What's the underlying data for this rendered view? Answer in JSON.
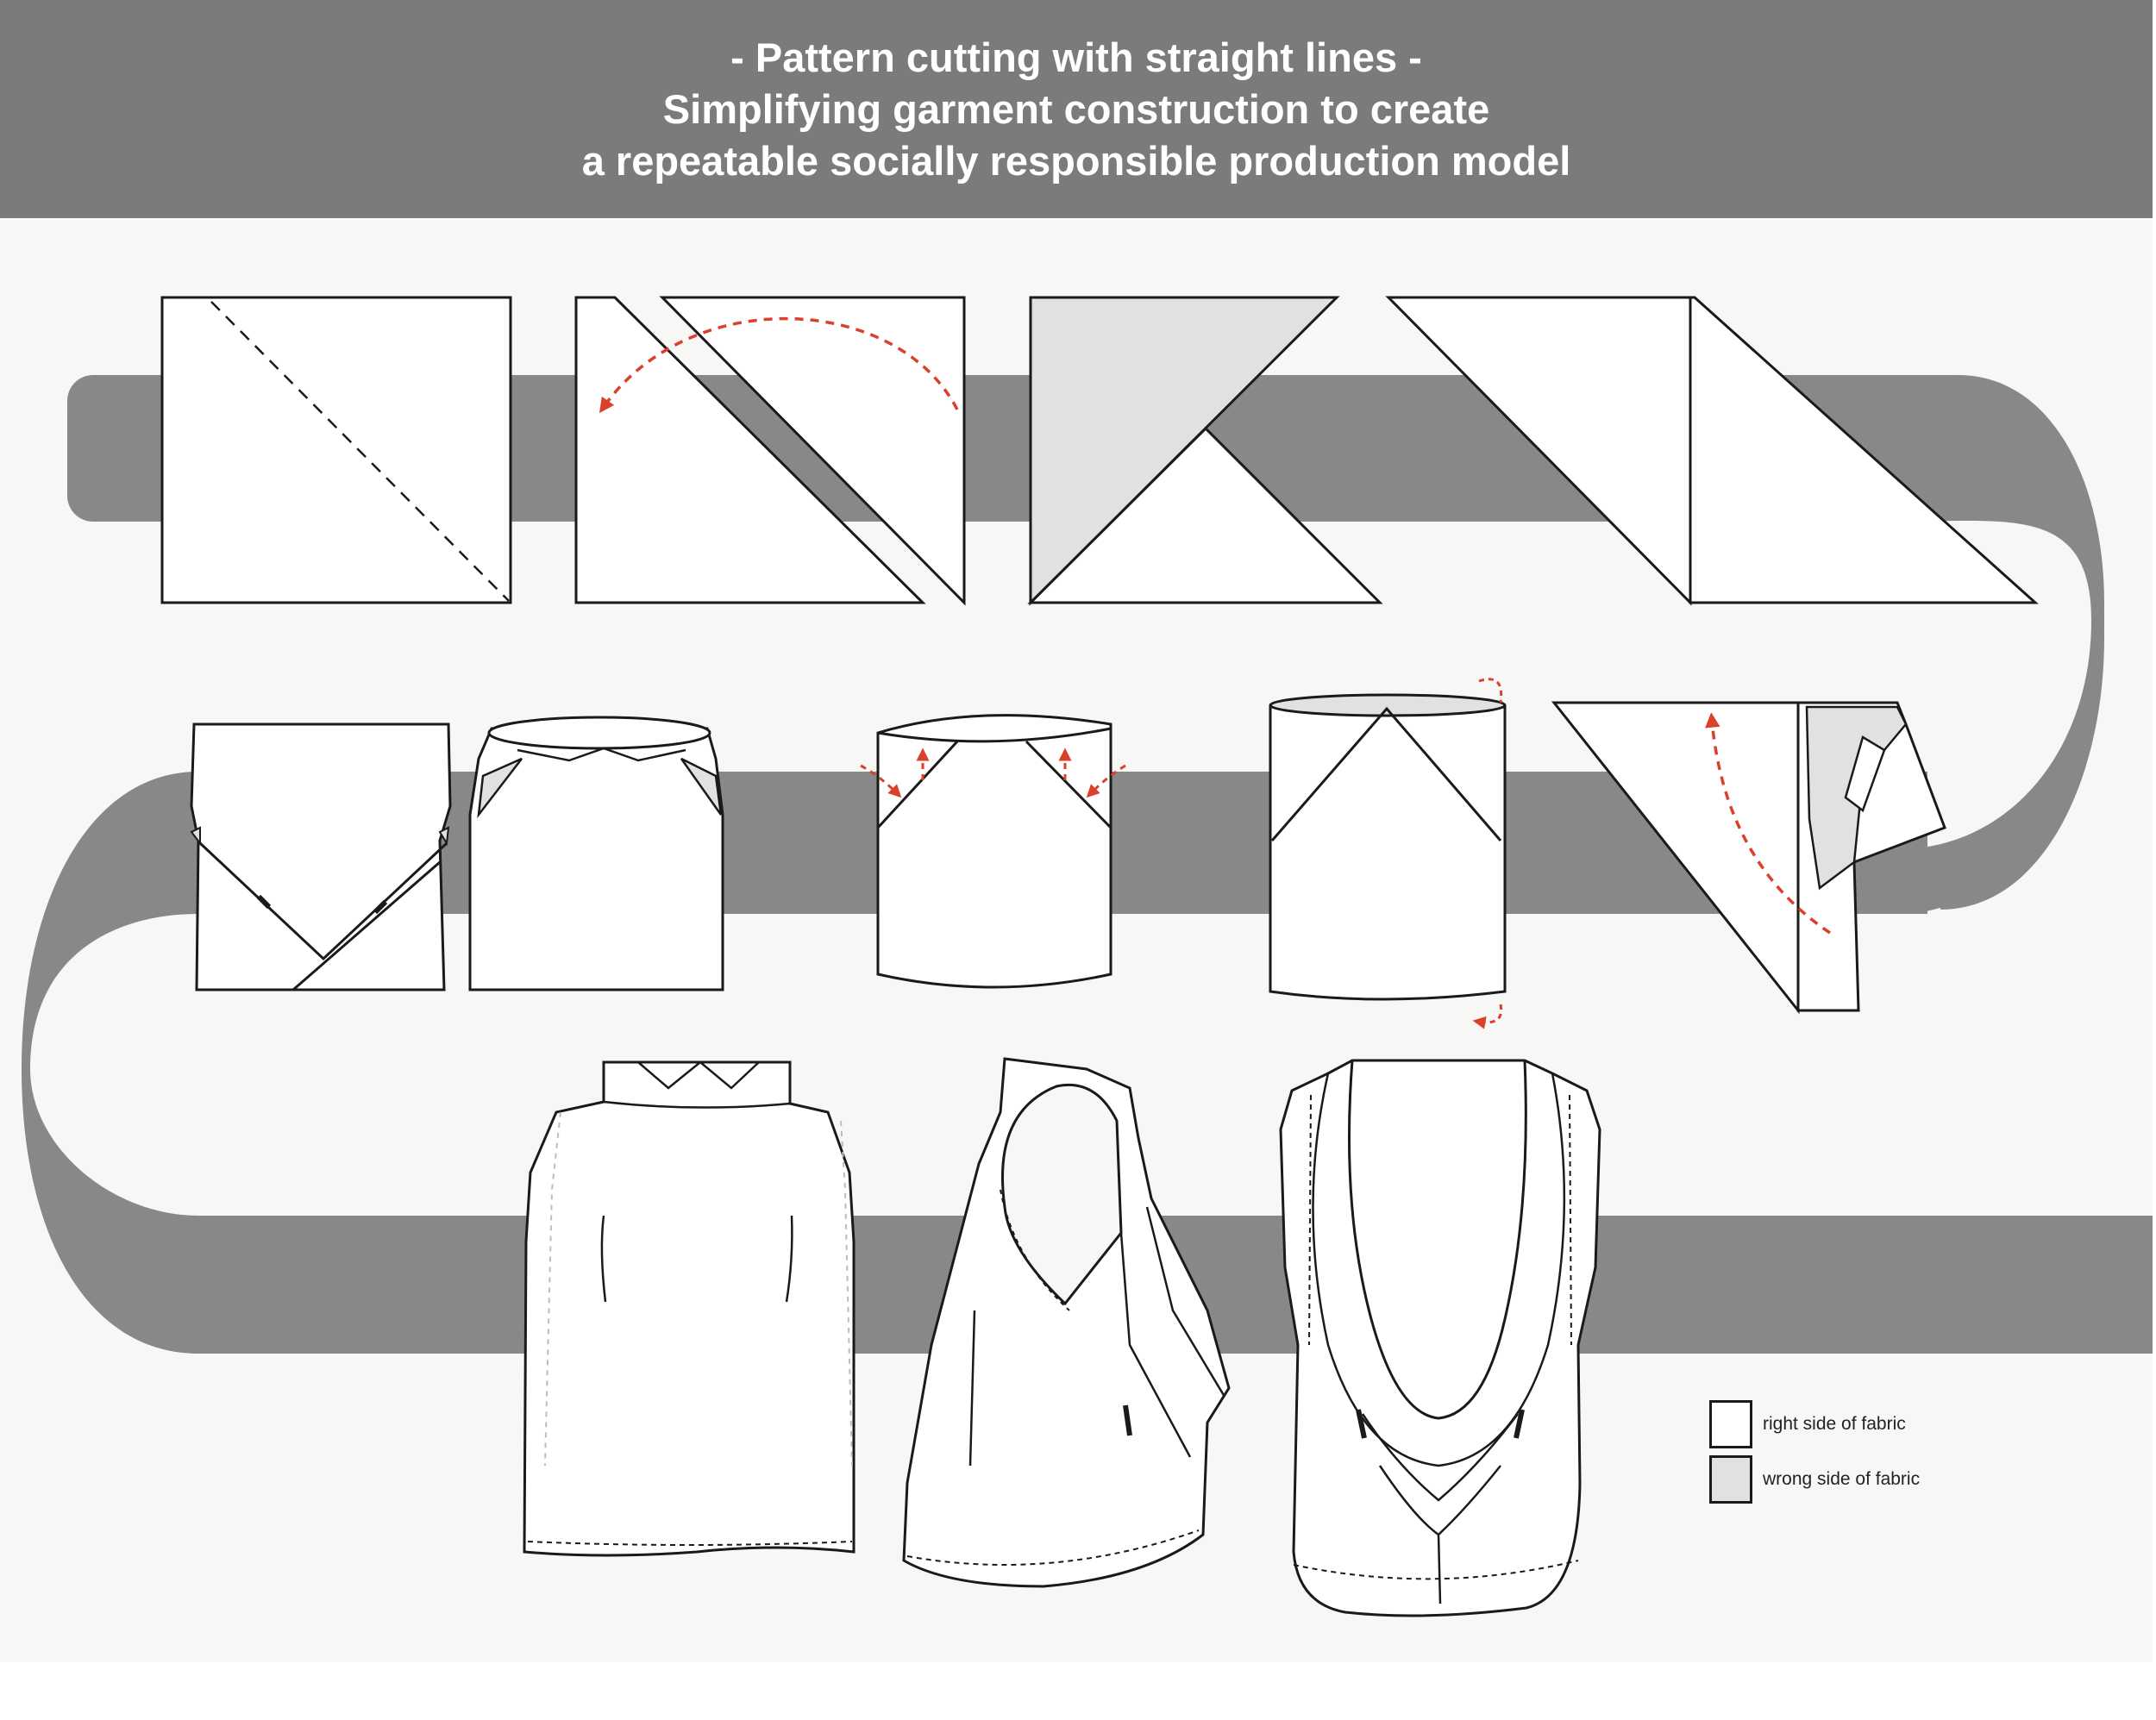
{
  "header": {
    "line1": "- Pattern cutting with straight lines -",
    "line2": "Simplifying garment construction to create",
    "line3": "a repeatable socially responsible production model"
  },
  "legend": {
    "right_side": {
      "label": "right side of fabric",
      "color": "#ffffff"
    },
    "wrong_side": {
      "label": "wrong side of fabric",
      "color": "#e1e1e0"
    }
  },
  "colors": {
    "header_bg": "#7b7b7b",
    "path_band": "#888888",
    "panel_bg": "#f7f7f5",
    "fold_arrow": "#d9412b",
    "outline": "#1a1a1a"
  }
}
